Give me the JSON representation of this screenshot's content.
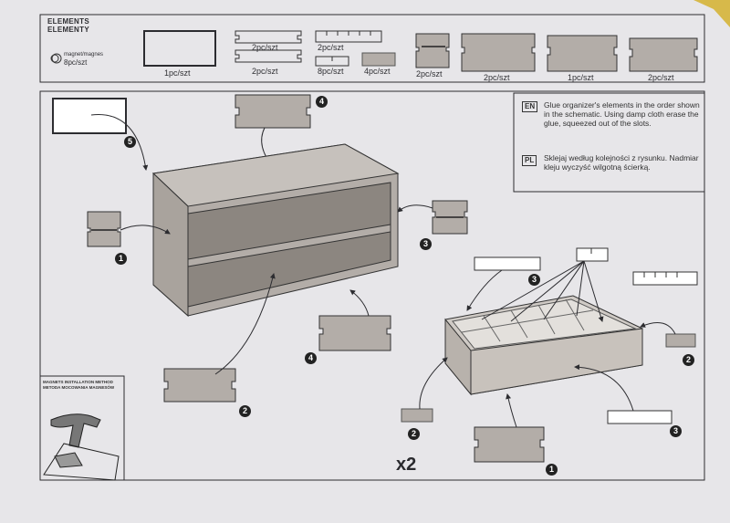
{
  "elements_box": {
    "title_en": "ELEMENTS",
    "title_pl": "ELEMENTY",
    "magnet_label": "magnet/magnes",
    "magnet_qty": "8pc/szt",
    "parts": [
      {
        "qty": "1pc/szt"
      },
      {
        "qty": "2pc/szt"
      },
      {
        "qty": "2pc/szt"
      },
      {
        "qty": "2pc/szt"
      },
      {
        "qty": "8pc/szt"
      },
      {
        "qty": "4pc/szt"
      },
      {
        "qty": "2pc/szt"
      },
      {
        "qty": "2pc/szt"
      },
      {
        "qty": "1pc/szt"
      },
      {
        "qty": "2pc/szt"
      }
    ]
  },
  "instructions": {
    "en_code": "EN",
    "en_text": "Glue organizer's elements in the order shown in the schematic. Using damp cloth erase the glue, squeezed out of the slots.",
    "pl_code": "PL",
    "pl_text": "Sklejaj według kolejności z rysunku. Nadmiar kleju wyczyść wilgotną ścierką."
  },
  "magnets_box": {
    "title_en": "MAGNETS INSTALLATION METHOD",
    "title_pl": "METODA MOCOWANIA MAGNESÓW"
  },
  "steps": {
    "n1": "1",
    "n2": "2",
    "n3": "3",
    "n4": "4",
    "n5": "5"
  },
  "multiplier": "x2",
  "colors": {
    "paper": "#e7e6e9",
    "panel": "#b3ada8",
    "line": "#2c2c30",
    "table": "#c9ad6a"
  }
}
